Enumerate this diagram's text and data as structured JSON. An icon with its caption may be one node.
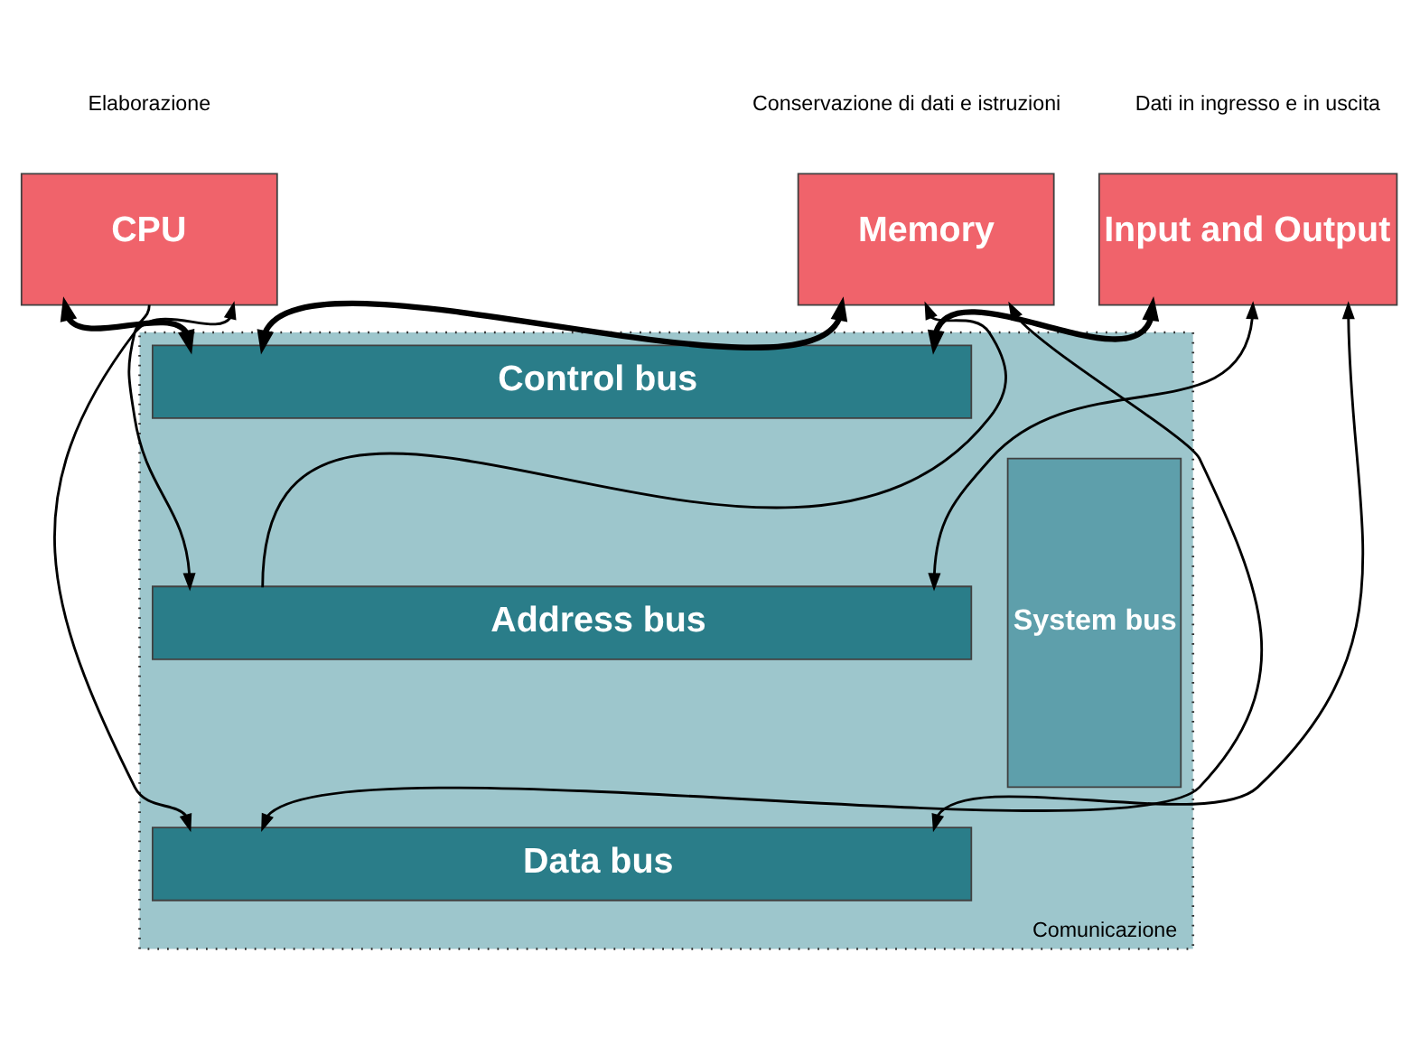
{
  "diagram": {
    "nodes": [
      {
        "text": [
          "CPU"
        ],
        "beside": [
          "Elaborazione"
        ]
      },
      {
        "text": [
          "Memory"
        ],
        "beside": [
          "Conservazione di dati e istruzioni"
        ]
      },
      {
        "text": [
          "Input and Output"
        ],
        "beside": [
          "Dati in ingresso e in uscita"
        ]
      },
      {
        "text": [],
        "shape": "box",
        "beside": [
          "Comunicazione"
        ]
      },
      {
        "text": [
          "System bus"
        ],
        "in": 3
      },
      {
        "text": [
          "Control bus"
        ],
        "in": 3
      },
      {
        "text": [
          "Address bus"
        ],
        "in": 3
      },
      {
        "text": [
          "Data bus"
        ],
        "in": 3
      }
    ],
    "edges": [
      {
        "from": 0,
        "to": 5,
        "arrow": "both",
        "style": "thick"
      },
      {
        "from": 0,
        "to": 6,
        "arrow": "to"
      },
      {
        "from": 0,
        "to": 7,
        "arrow": "both"
      },
      {
        "from": 1,
        "to": 5,
        "arrow": "both",
        "style": "thick"
      },
      {
        "from": 6,
        "to": 1,
        "arrow": "to"
      },
      {
        "from": 1,
        "to": 7,
        "arrow": "both"
      },
      {
        "from": 2,
        "to": 5,
        "arrow": "both",
        "style": "thick"
      },
      {
        "from": 2,
        "to": 6,
        "arrow": "both"
      },
      {
        "from": 2,
        "to": 7,
        "arrow": "both"
      }
    ]
  }
}
